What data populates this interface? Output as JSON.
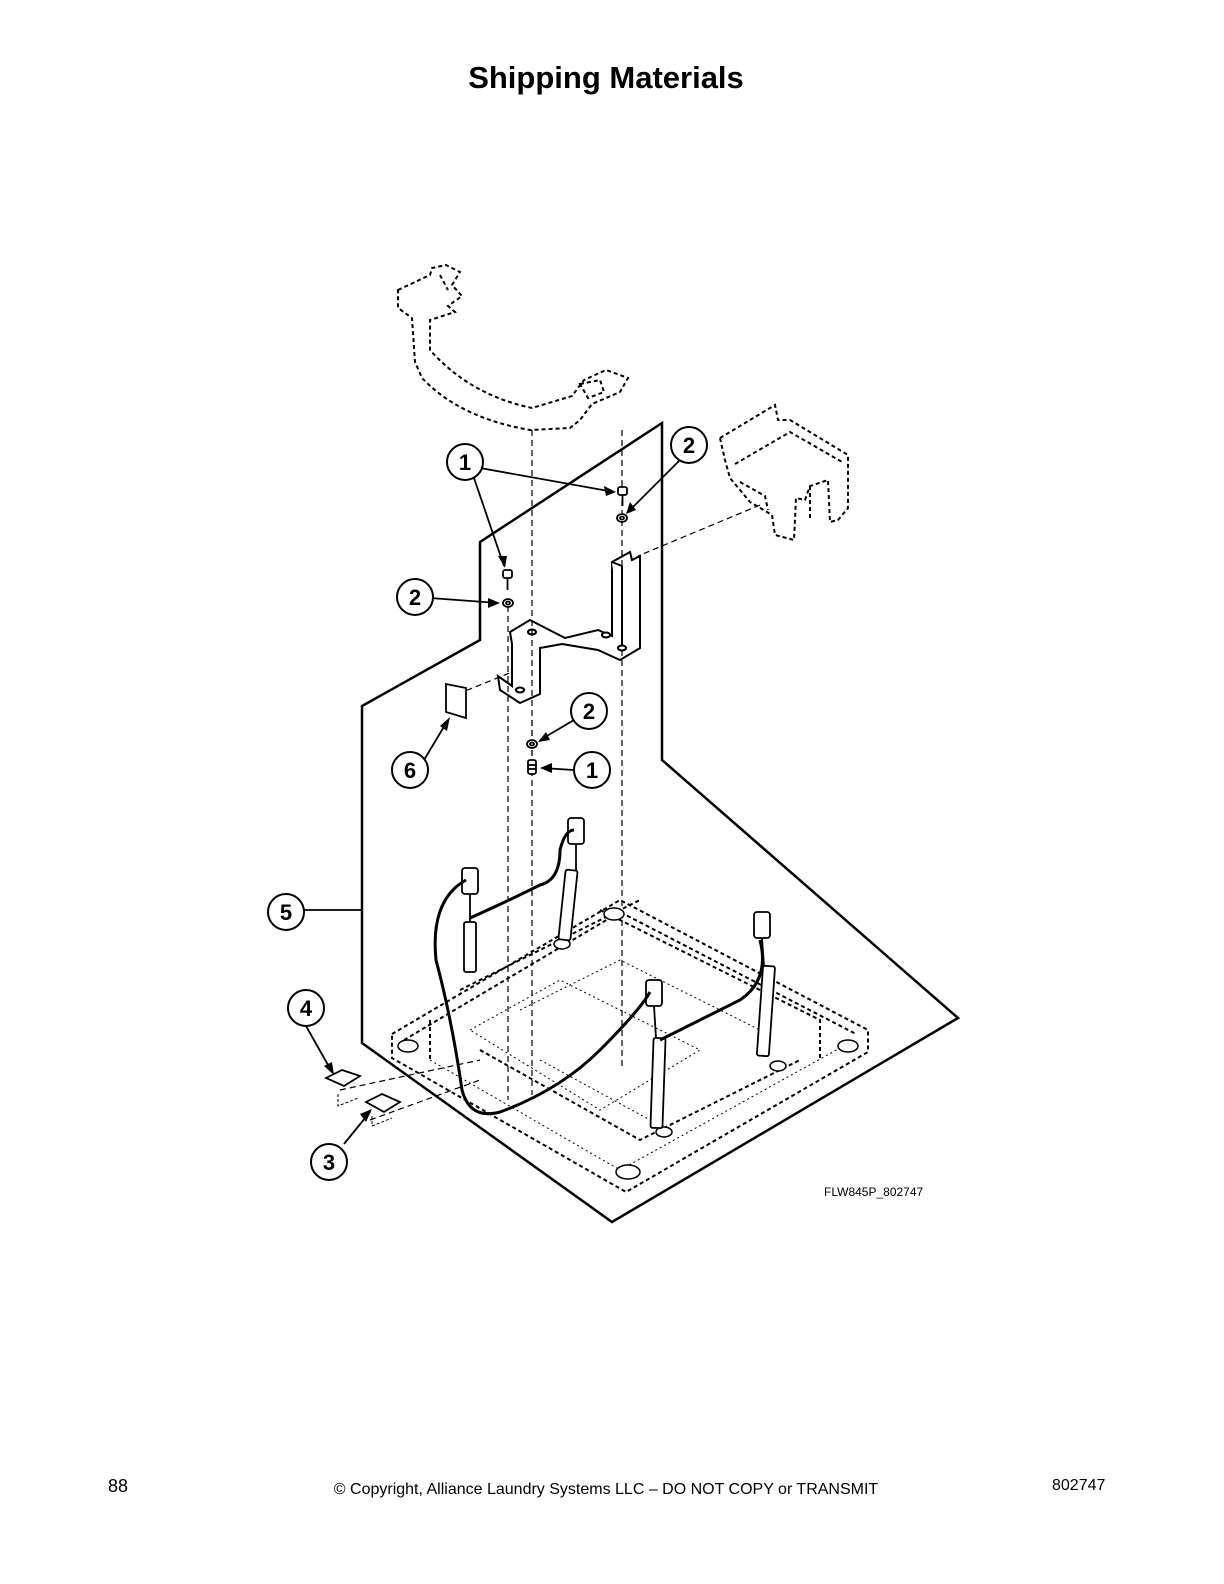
{
  "page": {
    "title": "Shipping Materials",
    "figure_id": "FLW845P_802747",
    "footer": {
      "page_number": "88",
      "copyright": "© Copyright, Alliance Laundry Systems LLC – DO NOT COPY or TRANSMIT",
      "doc_number": "802747"
    }
  },
  "callouts": [
    {
      "label": "1"
    },
    {
      "label": "2"
    },
    {
      "label": "2"
    },
    {
      "label": "2"
    },
    {
      "label": "6"
    },
    {
      "label": "1"
    },
    {
      "label": "5"
    },
    {
      "label": "4"
    },
    {
      "label": "3"
    }
  ]
}
